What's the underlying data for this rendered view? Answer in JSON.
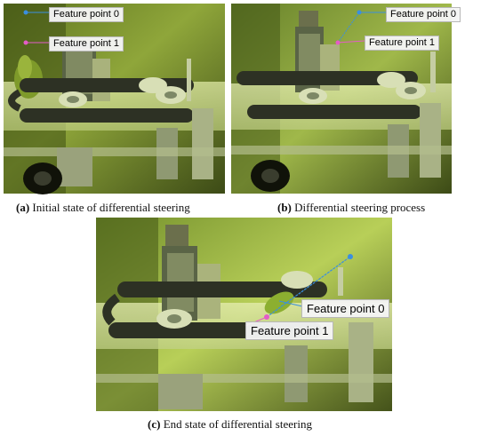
{
  "panels": {
    "a": {
      "caption_letter": "(a)",
      "caption_text": " Initial state of differential steering",
      "feature_point_0": "Feature point 0",
      "feature_point_1": "Feature point 1"
    },
    "b": {
      "caption_letter": "(b)",
      "caption_text": " Differential steering process",
      "feature_point_0": "Feature point 0",
      "feature_point_1": "Feature point 1"
    },
    "c": {
      "caption_letter": "(c)",
      "caption_text": " End state of differential steering",
      "feature_point_0": "Feature point 0",
      "feature_point_1": "Feature point 1"
    }
  },
  "colors": {
    "marker_point_0": "#3a8fe0",
    "marker_point_1": "#e45cc8",
    "scene_tint": "#c8dc6e"
  }
}
